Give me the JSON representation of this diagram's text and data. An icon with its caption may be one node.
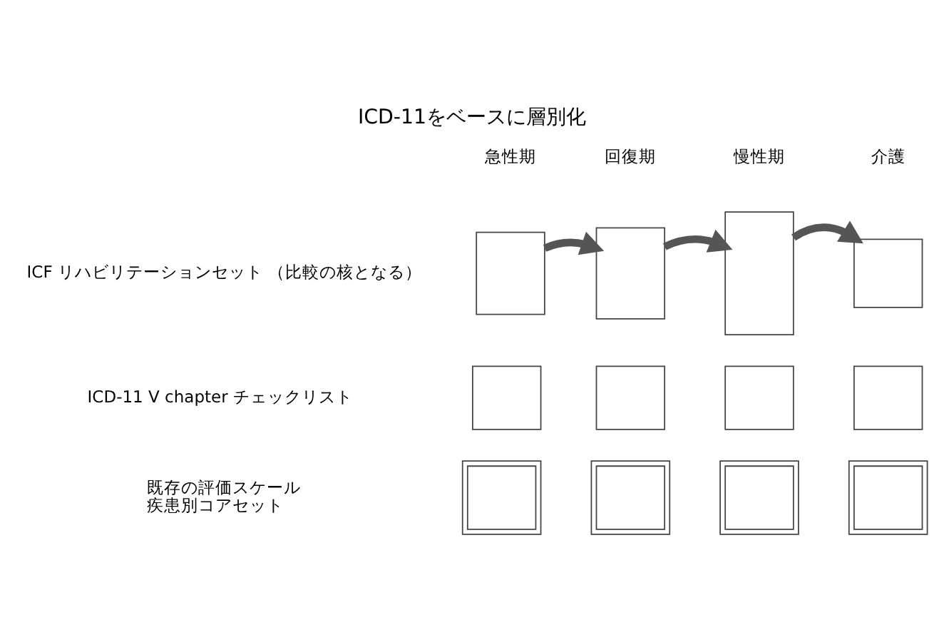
{
  "diagram": {
    "title": "ICD-11をベースに層別化",
    "nodes": [
      {
        "text": [],
        "shape": "box"
      },
      {
        "text": [],
        "shape": "box"
      },
      {
        "text": [],
        "shape": "box"
      },
      {
        "text": [],
        "shape": "box"
      },
      {
        "text": [],
        "shape": "box"
      },
      {
        "text": [],
        "shape": "box"
      },
      {
        "text": [],
        "shape": "box"
      },
      {
        "text": [],
        "shape": "box"
      },
      {
        "text": [],
        "shape": "box"
      },
      {
        "text": [],
        "shape": "box"
      },
      {
        "text": [],
        "shape": "box"
      },
      {
        "text": [],
        "shape": "box"
      }
    ],
    "edges": [
      {
        "from": 0,
        "to": 1,
        "arrow": "to"
      },
      {
        "from": 1,
        "to": 2,
        "arrow": "to"
      },
      {
        "from": 2,
        "to": 3,
        "arrow": "to"
      }
    ],
    "labels": [
      "急性期",
      "回復期",
      "慢性期",
      "介護",
      "ICF リハビリテーションセット （比較の核となる）",
      "ICD-11 V chapter チェックリスト",
      "既存の評価スケール",
      "疾患別コアセット"
    ]
  }
}
